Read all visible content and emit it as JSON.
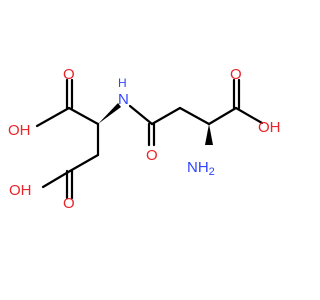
{
  "labels": {
    "o_top_left": "O",
    "oh_left": "OH",
    "nh": "N",
    "nh_h": "H",
    "o_bottom": "O",
    "oh_bottom_left": "OH",
    "o_top_right": "O",
    "oh_right": "OH",
    "nh2": "NH",
    "nh2_sub": "2"
  },
  "colors": {
    "oxygen": "#e8262a",
    "nitrogen": "#2f45ff",
    "bond": "#000000"
  }
}
